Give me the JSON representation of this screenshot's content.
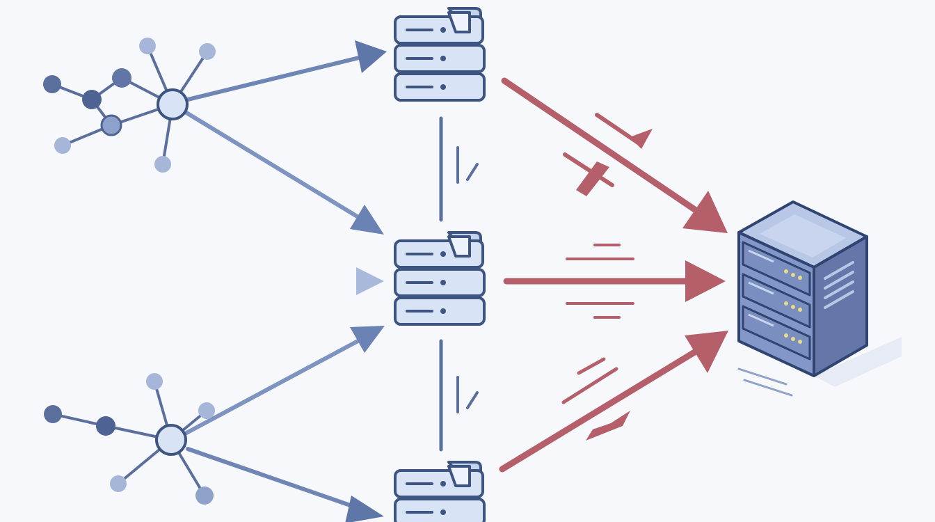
{
  "diagram": {
    "type": "network-flow",
    "colors": {
      "background": "#f7f8fb",
      "node_outline": "#3d5580",
      "node_fill": "#d8e4f6",
      "node_blue_dark": "#5b6f9d",
      "node_blue_mid": "#7e93c0",
      "node_blue_light": "#a6b6d8",
      "edge_blue": "#6f86b5",
      "edge_red": "#b55f6a",
      "server_front": "#8397c8",
      "server_side": "#6477a8",
      "server_top": "#b9c7e6",
      "server_led": "#e8d98a"
    },
    "nodes": [
      {
        "id": "cluster-top",
        "kind": "network-cluster"
      },
      {
        "id": "cluster-bottom",
        "kind": "network-cluster"
      },
      {
        "id": "proxy-top",
        "kind": "server-stack-icon"
      },
      {
        "id": "proxy-middle",
        "kind": "server-stack-icon"
      },
      {
        "id": "proxy-bottom",
        "kind": "server-stack-icon"
      },
      {
        "id": "target-server",
        "kind": "server-tower-3d"
      }
    ],
    "edges": [
      {
        "from": "cluster-top",
        "to": "proxy-top",
        "color": "blue"
      },
      {
        "from": "cluster-top",
        "to": "proxy-middle",
        "color": "blue"
      },
      {
        "from": "left-faint",
        "to": "proxy-middle",
        "color": "blue-faint"
      },
      {
        "from": "cluster-bottom",
        "to": "proxy-middle",
        "color": "blue"
      },
      {
        "from": "cluster-bottom",
        "to": "proxy-bottom",
        "color": "blue"
      },
      {
        "from": "proxy-top",
        "to": "target-server",
        "color": "red"
      },
      {
        "from": "proxy-middle",
        "to": "target-server",
        "color": "red"
      },
      {
        "from": "proxy-bottom",
        "to": "target-server",
        "color": "red"
      }
    ]
  }
}
